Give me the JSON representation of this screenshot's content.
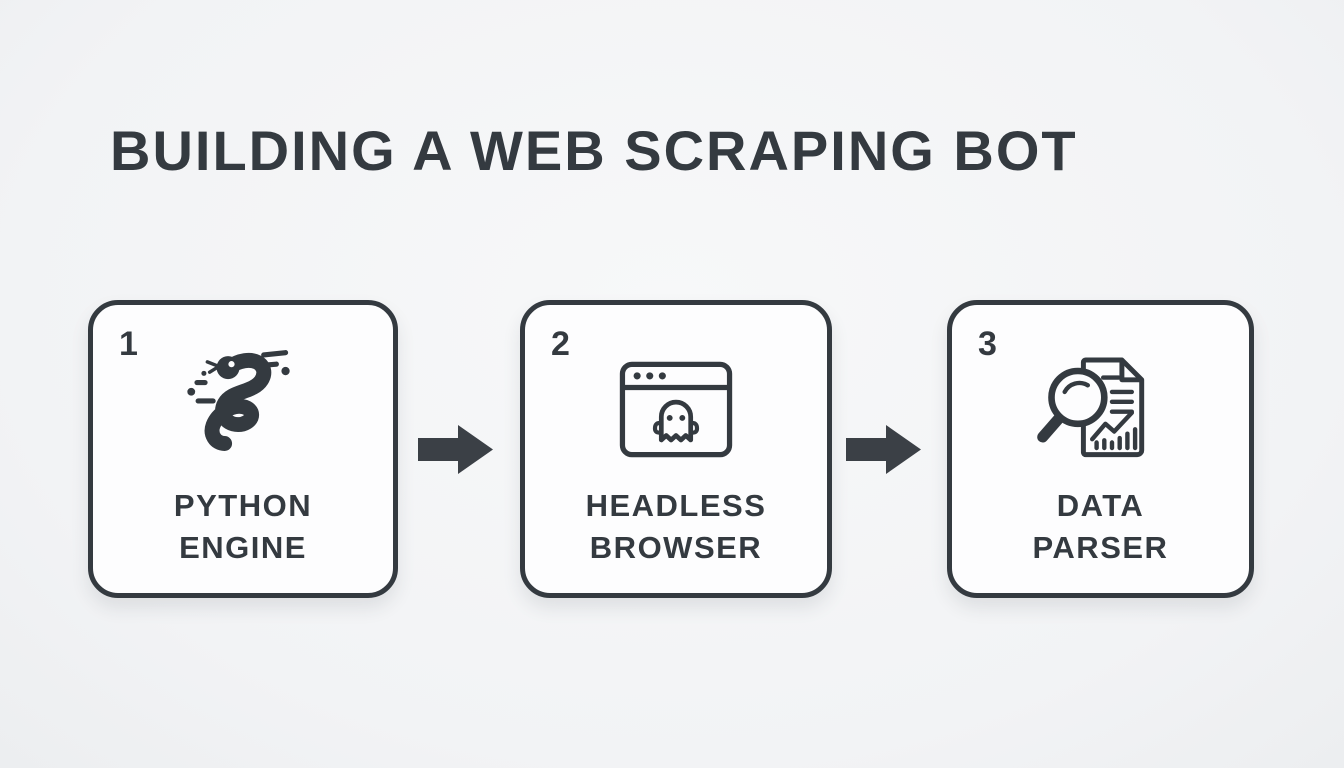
{
  "title": "BUILDING A WEB SCRAPING BOT",
  "steps": [
    {
      "number": "1",
      "label_line1": "PYTHON",
      "label_line2": "ENGINE",
      "icon": "python-snake-icon"
    },
    {
      "number": "2",
      "label_line1": "HEADLESS",
      "label_line2": "BROWSER",
      "icon": "headless-browser-ghost-icon"
    },
    {
      "number": "3",
      "label_line1": "DATA",
      "label_line2": "PARSER",
      "icon": "data-parser-magnifier-icon"
    }
  ],
  "connectors": [
    {
      "type": "arrow-right"
    },
    {
      "type": "arrow-right"
    }
  ],
  "colors": {
    "background": "#f4f5f6",
    "card_background": "#fdfdfe",
    "outline": "#343a40",
    "text": "#343a40",
    "arrow": "#3b4046"
  }
}
